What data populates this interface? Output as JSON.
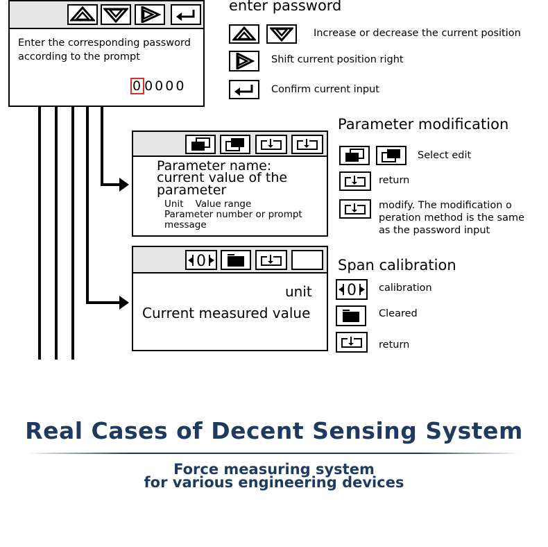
{
  "password_panel": {
    "prompt_line1": "Enter the corresponding password",
    "prompt_line2": "according to the prompt",
    "password_current_digit": "0",
    "password_rest": "0000",
    "cursor_color": "#d32f2f"
  },
  "password_legend": {
    "heading": "enter password",
    "increase_decrease": "Increase or decrease the current position",
    "shift_right": "Shift current position right",
    "confirm": "Confirm current input"
  },
  "parameter_panel": {
    "line1": "Parameter name:",
    "line2": "current value of the",
    "line3": "parameter",
    "line4": "Unit    Value range",
    "line5": "Parameter number or prompt",
    "line6": "message"
  },
  "parameter_legend": {
    "heading": "Parameter modification",
    "select_edit": "Select edit",
    "return": "return",
    "modify_line1": "modify. The modification o",
    "modify_line2": "peration method is the same",
    "modify_line3": "as the password input"
  },
  "measure_panel": {
    "unit": "unit",
    "value_label": "Current measured value"
  },
  "span_legend": {
    "heading": "Span calibration",
    "calibration": "calibration",
    "cleared": "Cleared",
    "return": "return"
  },
  "zero_glyph": "0",
  "footer": {
    "title": "Real Cases of Decent Sensing System",
    "subtitle_line1": "Force measuring system",
    "subtitle_line2": "for various engineering devices",
    "title_color": "#1e3a5f"
  },
  "icons": [
    "up-double-icon",
    "down-double-icon",
    "right-double-icon",
    "enter-icon",
    "window-select-icon",
    "window-select-filled-icon",
    "return-icon",
    "modify-icon",
    "zero-calibrate-icon",
    "clear-icon"
  ]
}
